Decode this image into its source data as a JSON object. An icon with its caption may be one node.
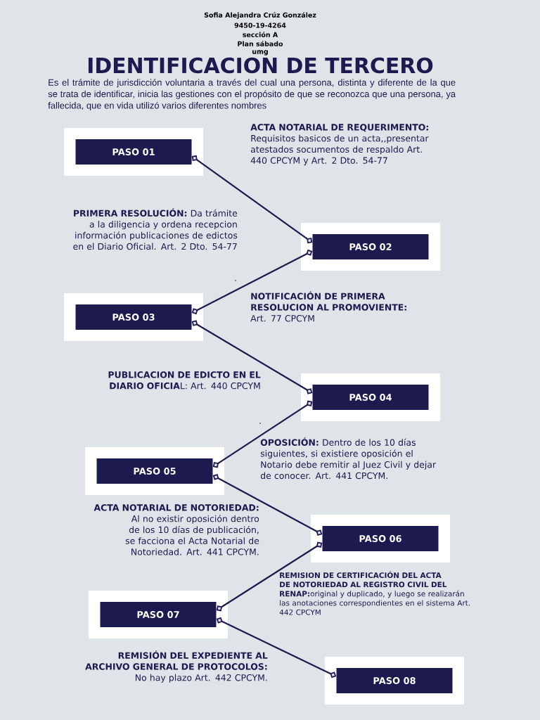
{
  "diagram": {
    "title": "IDENTIFICACION DE TERCERO",
    "nodes": [
      {
        "text": [
          "PASO 01"
        ]
      },
      {
        "text": [
          "PASO 02"
        ]
      },
      {
        "text": [
          "PASO 03"
        ]
      },
      {
        "text": [
          "PASO 04"
        ]
      },
      {
        "text": [
          "PASO 05"
        ]
      },
      {
        "text": [
          "PASO 06"
        ]
      },
      {
        "text": [
          "PASO 07"
        ]
      },
      {
        "text": [
          "PASO 08"
        ]
      }
    ],
    "edges": [
      {
        "from": 0,
        "to": 1,
        "arrow": "other"
      },
      {
        "from": 1,
        "to": 2,
        "arrow": "other"
      },
      {
        "from": 2,
        "to": 3,
        "arrow": "other"
      },
      {
        "from": 3,
        "to": 4,
        "arrow": "other"
      },
      {
        "from": 4,
        "to": 5,
        "arrow": "other"
      },
      {
        "from": 5,
        "to": 6,
        "arrow": "other"
      },
      {
        "from": 6,
        "to": 7,
        "arrow": "other"
      }
    ],
    "labels": [
      "Sofia Alejandra Crúz González",
      "9450-19-4264",
      "sección A",
      "Plan sábado",
      "umg",
      "Es el trámite de jurisdicción voluntaria a través del cual una persona, distinta y diferente de la que se trata de identificar, inicia las gestiones con el propósito de que se reconozca que una persona, ya fallecida, que en vida utilizó varios diferentes nombres",
      "**ACTA NOTARIAL DE REQUERIMENTO:** Requisitos basicos de un acta,,presentar atestados socumentos de respaldo Art. 440 CPCYM y Art. 2 Dto. 54-77",
      "**PRIMERA RESOLUCIÓN:** Da trámite a la diligencia y ordena recepcion información publicaciones de edictos en el Diario Oficial. Art. 2 Dto. 54-77",
      ".",
      "**NOTIFICACIÓN DE PRIMERA RESOLUCION AL PROMOVIENTE:** Art. 77 CPCYM",
      "**PUBLICACION DE EDICTO EN EL DIARIO OFICIA**L: Art. 440 CPCYM",
      ".",
      "**OPOSICIÓN:** Dentro de los 10 días siguientes, si existiere oposición el Notario debe remitir al Juez Civil y dejar de conocer. Art. 441 CPCYM.",
      "**ACTA NOTARIAL DE NOTORIEDAD:** Al no existir oposición dentro de los 10 días de publicación, se facciona el Acta Notarial de Notoriedad. Art. 441 CPCYM.",
      "**REMISION DE CERTIFICACIÓN DEL ACTA DE NOTORIEDAD AL REGISTRO CIVIL DEL RENAP:**original y duplicado, y luego se realizarán las anotaciones correspondientes en el sistema Art. 442 CPCYM",
      "**REMISIÓN DEL EXPEDIENTE AL ARCHIVO GENERAL DE PROTOCOLOS:** No hay plazo Art. 442 CPCYM."
    ]
  }
}
